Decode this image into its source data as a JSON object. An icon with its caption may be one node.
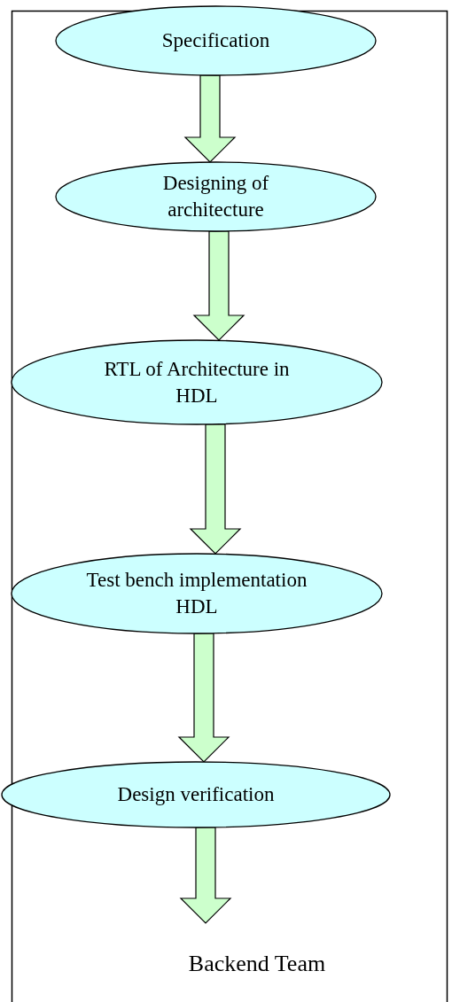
{
  "diagram": {
    "nodes": [
      {
        "text": [
          "Specification"
        ]
      },
      {
        "text": [
          "Designing of architecture"
        ]
      },
      {
        "text": [
          "RTL of Architecture in HDL"
        ]
      },
      {
        "text": [
          "Test bench implementation HDL"
        ]
      },
      {
        "text": [
          "Design verification"
        ]
      },
      {
        "text": [
          "Backend Team"
        ]
      }
    ],
    "edges": [
      {
        "from": 0,
        "to": 1,
        "arrow": "to"
      },
      {
        "from": 1,
        "to": 2,
        "arrow": "to"
      },
      {
        "from": 2,
        "to": 3,
        "arrow": "to"
      },
      {
        "from": 3,
        "to": 4,
        "arrow": "to"
      },
      {
        "from": 4,
        "to": 5,
        "arrow": "to"
      }
    ]
  }
}
